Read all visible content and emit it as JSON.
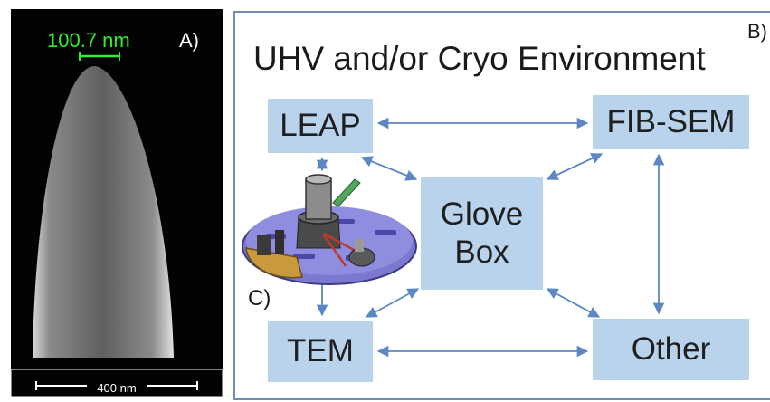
{
  "panel_a": {
    "label": "A)",
    "measurement": "100.7 nm",
    "scale_bar": "400 nm",
    "colors": {
      "measurement": "#2cf02c",
      "background": "#030303"
    }
  },
  "panel_b": {
    "label": "B)",
    "title": "UHV and/or Cryo Environment",
    "nodes": {
      "leap": "LEAP",
      "fib_sem": "FIB-SEM",
      "glove_box_line1": "Glove",
      "glove_box_line2": "Box",
      "tem": "TEM",
      "other": "Other"
    },
    "connections": [
      [
        "LEAP",
        "FIB-SEM"
      ],
      [
        "LEAP",
        "Glove Box"
      ],
      [
        "FIB-SEM",
        "Glove Box"
      ],
      [
        "FIB-SEM",
        "Other"
      ],
      [
        "TEM",
        "Glove Box"
      ],
      [
        "Other",
        "Glove Box"
      ],
      [
        "TEM",
        "Other"
      ],
      [
        "LEAP",
        "TEM"
      ]
    ],
    "colors": {
      "node_fill": "#b9d3ec",
      "arrow": "#5b87c5",
      "frame": "#6f8fb2"
    }
  },
  "panel_c": {
    "label": "C)",
    "image": "sample-holder-icon"
  }
}
